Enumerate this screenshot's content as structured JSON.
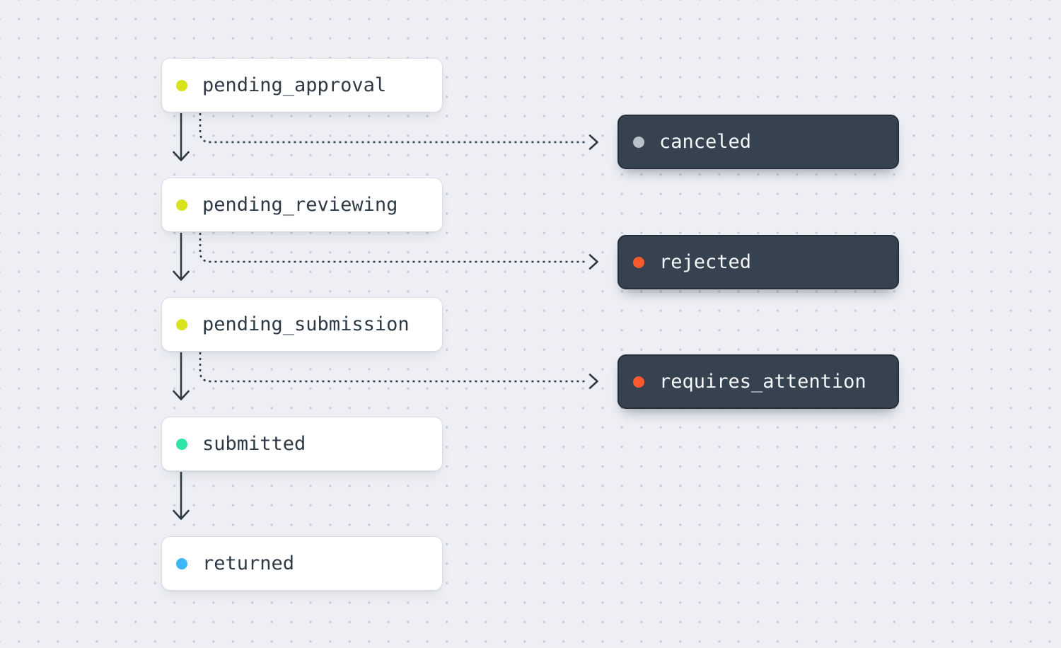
{
  "diagram": {
    "type": "state-flow",
    "colors": {
      "background": "#edeff4",
      "grid_dot": "#c8ccd4",
      "light_node_bg": "#ffffff",
      "dark_node_bg": "#364250",
      "ink": "#2d3945",
      "status_pending": "#d7e31d",
      "status_success": "#2ee5a6",
      "status_info": "#3eb6f8",
      "status_neutral": "#b8c0ca",
      "status_error": "#fc5a2d"
    },
    "nodes": [
      {
        "id": "pending_approval",
        "label": "pending_approval",
        "dot_color": "#d7e31d",
        "variant": "light"
      },
      {
        "id": "pending_reviewing",
        "label": "pending_reviewing",
        "dot_color": "#d7e31d",
        "variant": "light"
      },
      {
        "id": "pending_submission",
        "label": "pending_submission",
        "dot_color": "#d7e31d",
        "variant": "light"
      },
      {
        "id": "submitted",
        "label": "submitted",
        "dot_color": "#2ee5a6",
        "variant": "light"
      },
      {
        "id": "returned",
        "label": "returned",
        "dot_color": "#3eb6f8",
        "variant": "light"
      },
      {
        "id": "canceled",
        "label": "canceled",
        "dot_color": "#b8c0ca",
        "variant": "dark"
      },
      {
        "id": "rejected",
        "label": "rejected",
        "dot_color": "#fc5a2d",
        "variant": "dark"
      },
      {
        "id": "requires_attention",
        "label": "requires_attention",
        "dot_color": "#fc5a2d",
        "variant": "dark"
      }
    ],
    "edges": [
      {
        "from": "pending_approval",
        "to": "pending_reviewing",
        "style": "solid"
      },
      {
        "from": "pending_approval",
        "to": "canceled",
        "style": "dashed"
      },
      {
        "from": "pending_reviewing",
        "to": "pending_submission",
        "style": "solid"
      },
      {
        "from": "pending_reviewing",
        "to": "rejected",
        "style": "dashed"
      },
      {
        "from": "pending_submission",
        "to": "submitted",
        "style": "solid"
      },
      {
        "from": "pending_submission",
        "to": "requires_attention",
        "style": "dashed"
      },
      {
        "from": "submitted",
        "to": "returned",
        "style": "solid"
      }
    ]
  }
}
